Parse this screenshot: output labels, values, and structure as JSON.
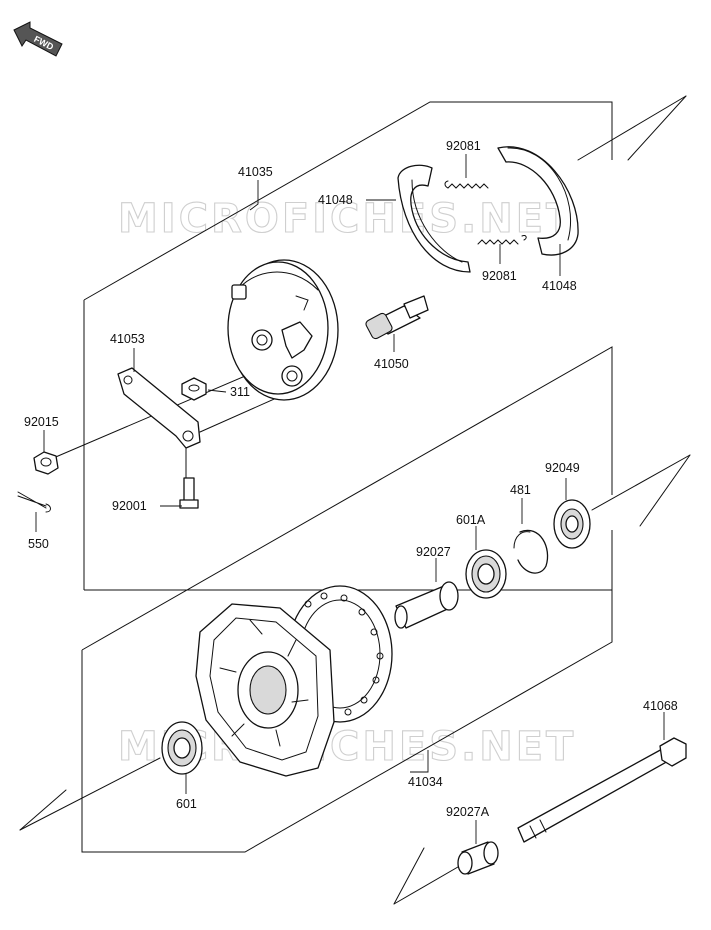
{
  "diagram": {
    "fwd_label": "FWD",
    "watermark": "MICROFICHES.NET",
    "labels": {
      "p41035": "41035",
      "p41048_a": "41048",
      "p41048_b": "41048",
      "p92081_a": "92081",
      "p92081_b": "92081",
      "p41053": "41053",
      "p311": "311",
      "p41050": "41050",
      "p92015": "92015",
      "p550": "550",
      "p92001": "92001",
      "p92049": "92049",
      "p481": "481",
      "p601a": "601A",
      "p92027": "92027",
      "p41068": "41068",
      "p41034": "41034",
      "p601": "601",
      "p92027a": "92027A"
    }
  }
}
